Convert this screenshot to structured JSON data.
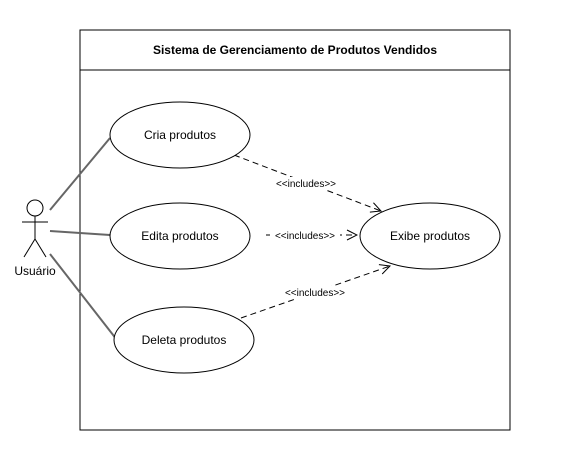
{
  "system": {
    "title": "Sistema de Gerenciamento de Produtos Vendidos"
  },
  "actor": {
    "name": "Usuário"
  },
  "use_cases": [
    {
      "label": "Cria produtos"
    },
    {
      "label": "Edita produtos"
    },
    {
      "label": "Deleta produtos"
    },
    {
      "label": "Exibe produtos"
    }
  ],
  "relations": [
    {
      "label": "<<includes>>"
    },
    {
      "label": "<<includes>>"
    },
    {
      "label": "<<includes>>"
    }
  ],
  "colors": {
    "stroke": "#000000",
    "association_line": "#666666",
    "background": "#ffffff"
  }
}
